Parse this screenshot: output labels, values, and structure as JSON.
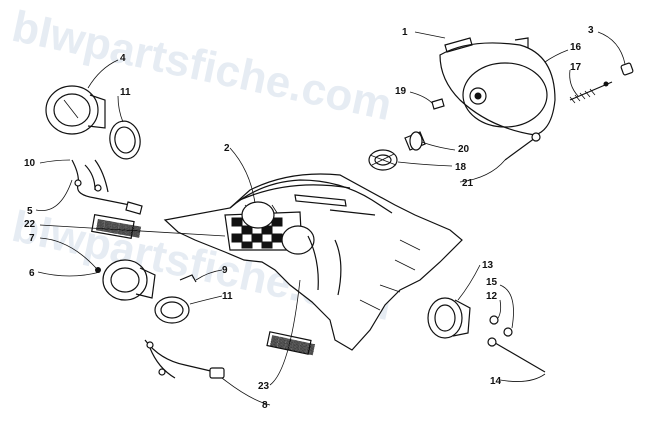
{
  "watermark": {
    "line1": "bIwpartsfiche.com",
    "line2": "bIwpartsfiche.com"
  },
  "labels": {
    "l1": "1",
    "l2": "2",
    "l3": "3",
    "l4": "4",
    "l5": "5",
    "l6": "6",
    "l7": "7",
    "l8": "8",
    "l9": "9",
    "l10": "10",
    "l11a": "11",
    "l11b": "11",
    "l12": "12",
    "l13": "13",
    "l14": "14",
    "l15": "15",
    "l16": "16",
    "l17": "17",
    "l18": "18",
    "l19": "19",
    "l20": "20",
    "l21": "21",
    "l22": "22",
    "l23": "23"
  },
  "decals": {
    "upper_decal": "▓▓▓▓▓▓",
    "lower_decal": "▓▓▓▓▓▓"
  }
}
